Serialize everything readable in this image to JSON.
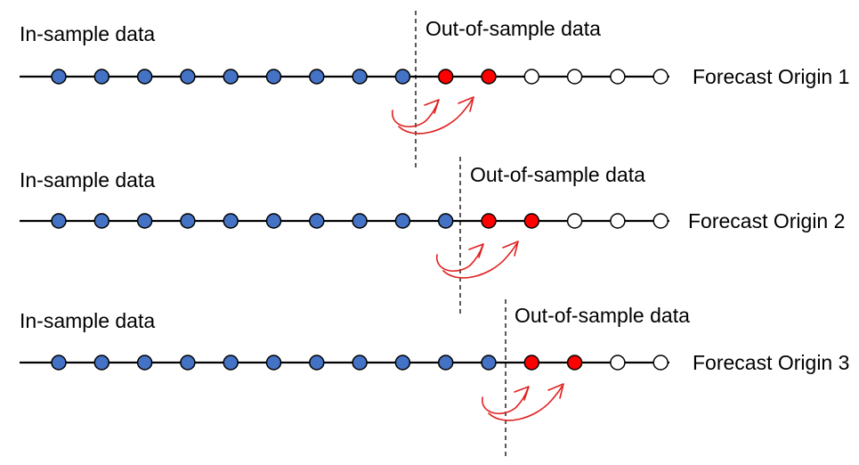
{
  "colors": {
    "in_sample": "#4472C4",
    "out_of_sample": "#FF0000",
    "future": "#FFFFFF",
    "arrow": "#E0201F",
    "line": "#000000"
  },
  "rows": [
    {
      "in_sample_label": "In-sample data",
      "out_of_sample_label": "Out-of-sample data",
      "origin_label": "Forecast Origin 1",
      "in_sample_count": 9,
      "out_of_sample_count": 2,
      "future_count": 4
    },
    {
      "in_sample_label": "In-sample data",
      "out_of_sample_label": "Out-of-sample data",
      "origin_label": "Forecast Origin 2",
      "in_sample_count": 10,
      "out_of_sample_count": 2,
      "future_count": 3
    },
    {
      "in_sample_label": "In-sample data",
      "out_of_sample_label": "Out-of-sample data",
      "origin_label": "Forecast Origin 3",
      "in_sample_count": 11,
      "out_of_sample_count": 2,
      "future_count": 2
    }
  ]
}
